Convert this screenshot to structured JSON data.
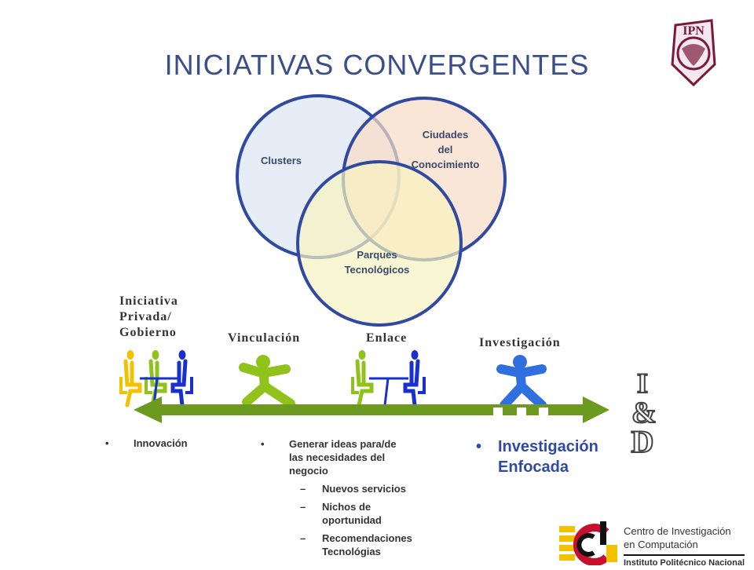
{
  "title": "INICIATIVAS CONVERGENTES",
  "logo_top": {
    "text": "IPN"
  },
  "venn": {
    "circles": [
      {
        "label": "Clusters",
        "color": "#e3eaf5"
      },
      {
        "label_lines": [
          "Ciudades",
          "del",
          "Conocimiento"
        ],
        "color": "#f8dcc4"
      },
      {
        "label_lines": [
          "Parques",
          "Tecnológicos"
        ],
        "color": "#f7f2c0"
      }
    ],
    "stroke": "#2f4aa0"
  },
  "stages": {
    "iniciativa_lines": [
      "Iniciativa",
      "Privada/",
      "Gobierno"
    ],
    "vinculacion": "Vinculación",
    "enlace": "Enlace",
    "investigacion": "Investigación"
  },
  "id_text": {
    "i": "I",
    "amp": "&",
    "d": "D"
  },
  "bullets": {
    "col1": [
      "Innovación"
    ],
    "col2": {
      "main_lines": [
        "Generar ideas para/de",
        "las necesidades del",
        "negocio"
      ],
      "subs": [
        {
          "lines": [
            "Nuevos servicios"
          ]
        },
        {
          "lines": [
            "Nichos de",
            "oportunidad"
          ]
        },
        {
          "lines": [
            "Recomendaciones",
            "Tecnológias"
          ]
        }
      ]
    },
    "col3_lines": [
      "Investigación",
      "Enfocada"
    ]
  },
  "cic_logo": {
    "lines": [
      "Centro de Investigación",
      "en Computación",
      "Instituto Politécnico Nacional"
    ]
  },
  "colors": {
    "arrow": "#6c9a1f",
    "yellow": "#f2c200",
    "green": "#8fc21a",
    "blue": "#1a2fd0",
    "light_blue": "#2f6fe0",
    "ipn_maroon": "#7a1a3a"
  }
}
